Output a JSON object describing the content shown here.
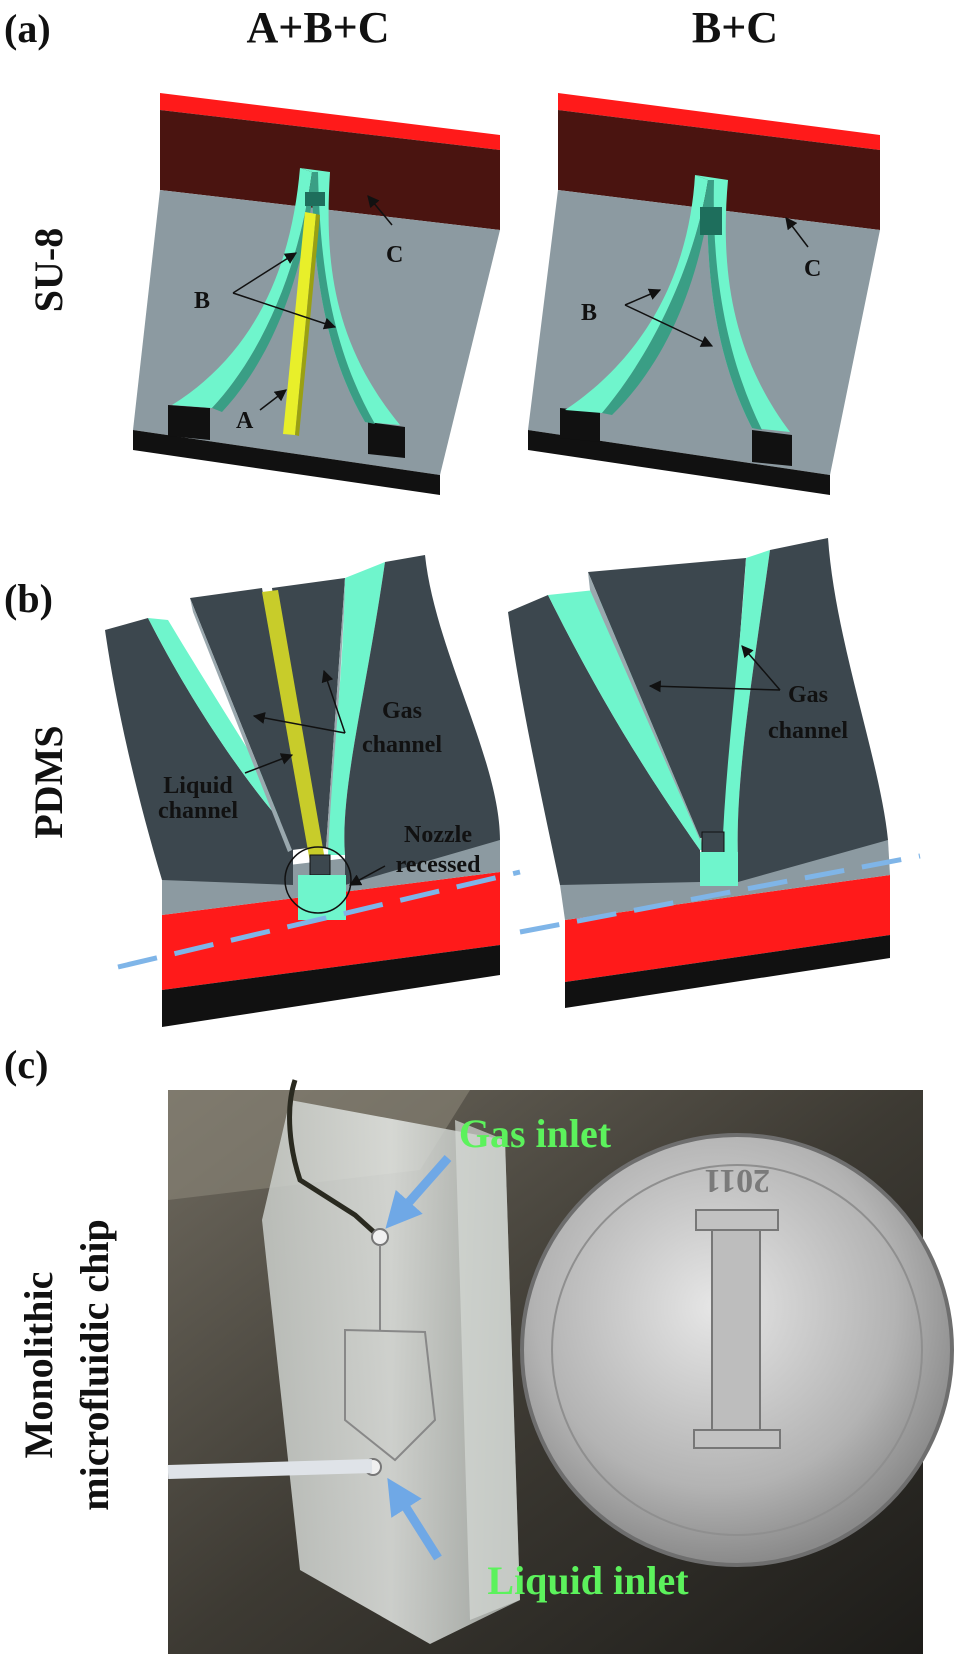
{
  "panel_a": {
    "tag": "(a)",
    "col1": "A+B+C",
    "col2": "B+C",
    "side": "SU-8",
    "left_labels": {
      "a": "A",
      "b": "B",
      "c": "C"
    },
    "right_labels": {
      "b": "B",
      "c": "C"
    }
  },
  "panel_b": {
    "tag": "(b)",
    "side": "PDMS",
    "left": {
      "gas1": "Gas",
      "gas2": "channel",
      "liq1": "Liquid",
      "liq2": "channel",
      "noz1": "Nozzle",
      "noz2": "recessed"
    },
    "right": {
      "gas1": "Gas",
      "gas2": "channel"
    }
  },
  "panel_c": {
    "tag": "(c)",
    "side1": "Monolithic",
    "side2": "microfluidic chip",
    "gas_inlet": "Gas inlet",
    "liquid_inlet": "Liquid inlet",
    "coin_year": "2011"
  },
  "colors": {
    "red": "#ff1a1a",
    "maroon": "#4a1410",
    "gray": "#8c9aa1",
    "dark": "#3c474e",
    "cyan": "#6ff5cc",
    "yellow": "#e8ef2a",
    "blue_dash": "#7fb5e8"
  }
}
